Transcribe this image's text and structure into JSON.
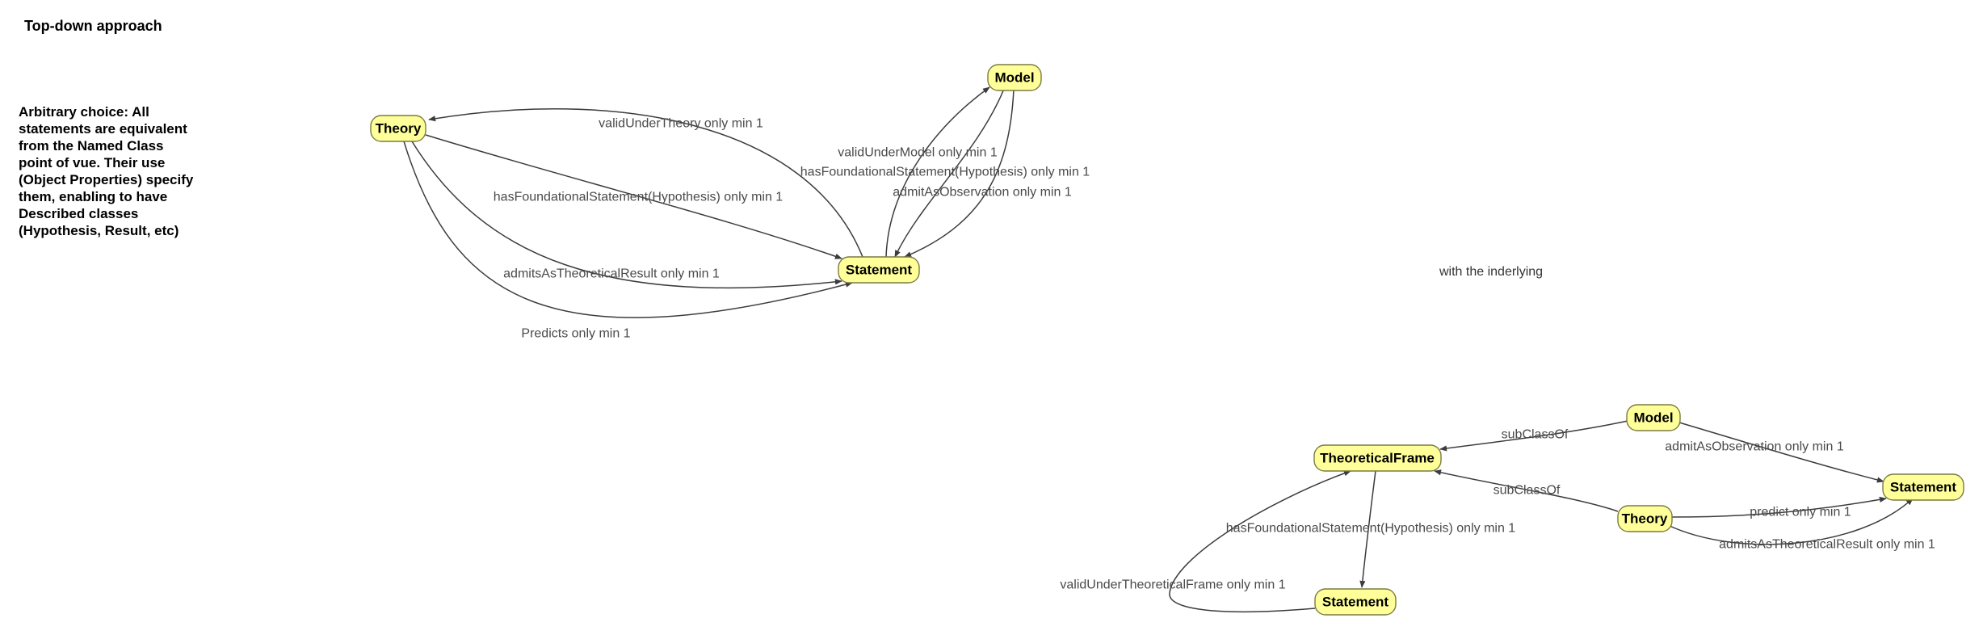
{
  "title": "Top-down approach",
  "description": "Arbitrary choice: All\nstatements are equivalent\nfrom the Named Class\npoint of vue. Their use\n(Object Properties) specify\nthem, enabling to have\nDescribed classes\n(Hypothesis, Result, etc)",
  "subtitle": "with the inderlying",
  "graphs": [
    {
      "nodes": [
        {
          "id": "theory",
          "label": "Theory"
        },
        {
          "id": "model",
          "label": "Model"
        },
        {
          "id": "statement",
          "label": "Statement"
        }
      ],
      "edges": [
        {
          "from": "statement",
          "to": "theory",
          "label": "validUnderTheory only min 1"
        },
        {
          "from": "statement",
          "to": "model",
          "label": "validUnderModel only min 1"
        },
        {
          "from": "model",
          "to": "statement",
          "label": "hasFoundationalStatement(Hypothesis) only min 1"
        },
        {
          "from": "model",
          "to": "statement",
          "label": "admitAsObservation only min 1"
        },
        {
          "from": "theory",
          "to": "statement",
          "label": "hasFoundationalStatement(Hypothesis) only min 1"
        },
        {
          "from": "theory",
          "to": "statement",
          "label": "admitsAsTheoreticalResult only min 1"
        },
        {
          "from": "theory",
          "to": "statement",
          "label": "Predicts only min 1"
        }
      ]
    },
    {
      "nodes": [
        {
          "id": "theoreticalframe",
          "label": "TheoreticalFrame"
        },
        {
          "id": "model",
          "label": "Model"
        },
        {
          "id": "theory",
          "label": "Theory"
        },
        {
          "id": "statement_right",
          "label": "Statement"
        },
        {
          "id": "statement_bottom",
          "label": "Statement"
        }
      ],
      "edges": [
        {
          "from": "model",
          "to": "theoreticalframe",
          "label": "subClassOf"
        },
        {
          "from": "theory",
          "to": "theoreticalframe",
          "label": "subClassOf"
        },
        {
          "from": "model",
          "to": "statement_right",
          "label": "admitAsObservation only min 1"
        },
        {
          "from": "theory",
          "to": "statement_right",
          "label": "predict only min 1"
        },
        {
          "from": "theory",
          "to": "statement_right",
          "label": "admitsAsTheoreticalResult only min 1"
        },
        {
          "from": "theoreticalframe",
          "to": "statement_bottom",
          "label": "hasFoundationalStatement(Hypothesis) only min 1"
        },
        {
          "from": "statement_bottom",
          "to": "theoreticalframe",
          "label": "validUnderTheoreticalFrame only min 1"
        }
      ]
    }
  ]
}
